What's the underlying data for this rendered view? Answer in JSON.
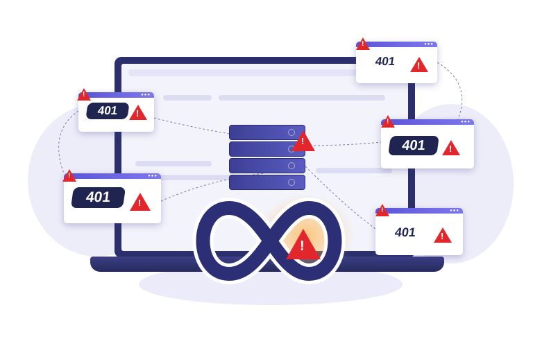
{
  "popups": [
    {
      "code": "401"
    },
    {
      "code": "401"
    },
    {
      "code": "401"
    },
    {
      "code": "401"
    },
    {
      "code": "401"
    }
  ],
  "icons": [
    "warning-icon",
    "server-icon",
    "infinity-icon"
  ],
  "colors": {
    "accent": "#5a54d6",
    "warning": "#e3262c",
    "dark": "#1f2550"
  }
}
